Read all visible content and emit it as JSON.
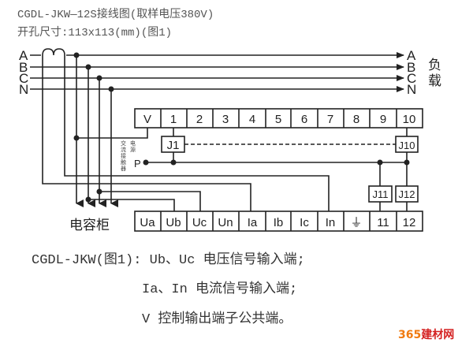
{
  "header": {
    "title_line1": "CGDL-JKW—12S接线图(取样电压380V)",
    "title_line2": "开孔尺寸:113x113(mm)(图1)"
  },
  "phases_left": [
    "A",
    "B",
    "C",
    "N"
  ],
  "phases_right": [
    "A",
    "B",
    "C",
    "N"
  ],
  "load_label": [
    "负",
    "载"
  ],
  "capacitor_cabinet_label": "电容柜",
  "top_terminals": [
    "V",
    "1",
    "2",
    "3",
    "4",
    "5",
    "6",
    "7",
    "8",
    "9",
    "10"
  ],
  "relays": {
    "j1": "J1",
    "j10": "J10",
    "j11": "J11",
    "j12": "J12"
  },
  "power_label": [
    "电",
    "源"
  ],
  "contactor_label": [
    "交",
    "流",
    "接",
    "触",
    "器"
  ],
  "p_label": "P",
  "bottom_terminals": [
    "Ua",
    "Ub",
    "Uc",
    "Un",
    "Ia",
    "Ib",
    "Ic",
    "In",
    "⏚",
    "11",
    "12"
  ],
  "notes": {
    "line1": "CGDL-JKW(图1): Ub、Uc 电压信号输入端;",
    "line2": "Ia、In 电流信号输入端;",
    "line3": "V 控制输出端子公共端。"
  },
  "watermark": {
    "num": "365",
    "text": "建材网",
    "num_color": "#f07a10",
    "text_color": "#d42020"
  }
}
